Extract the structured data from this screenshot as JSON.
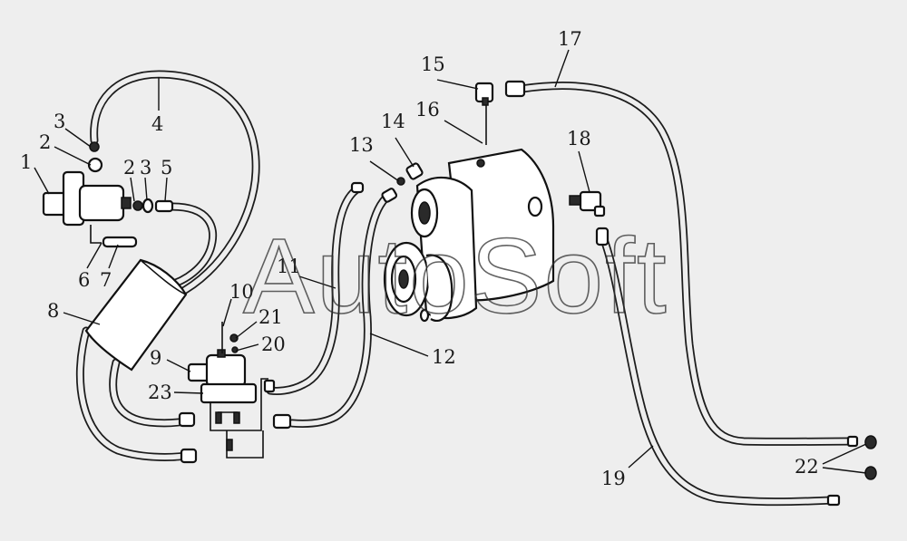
{
  "watermark": "AutoSoft",
  "callouts": [
    {
      "id": "c1",
      "text": "1"
    },
    {
      "id": "c2a",
      "text": "2"
    },
    {
      "id": "c3a",
      "text": "3"
    },
    {
      "id": "c4",
      "text": "4"
    },
    {
      "id": "c2b",
      "text": "2"
    },
    {
      "id": "c3b",
      "text": "3"
    },
    {
      "id": "c5",
      "text": "5"
    },
    {
      "id": "c6",
      "text": "6"
    },
    {
      "id": "c7",
      "text": "7"
    },
    {
      "id": "c8",
      "text": "8"
    },
    {
      "id": "c9",
      "text": "9"
    },
    {
      "id": "c10",
      "text": "10"
    },
    {
      "id": "c11",
      "text": "11"
    },
    {
      "id": "c12",
      "text": "12"
    },
    {
      "id": "c13",
      "text": "13"
    },
    {
      "id": "c14",
      "text": "14"
    },
    {
      "id": "c15",
      "text": "15"
    },
    {
      "id": "c16",
      "text": "16"
    },
    {
      "id": "c17",
      "text": "17"
    },
    {
      "id": "c18",
      "text": "18"
    },
    {
      "id": "c19",
      "text": "19"
    },
    {
      "id": "c20",
      "text": "20"
    },
    {
      "id": "c21",
      "text": "21"
    },
    {
      "id": "c22",
      "text": "22"
    },
    {
      "id": "c23",
      "text": "23"
    }
  ]
}
